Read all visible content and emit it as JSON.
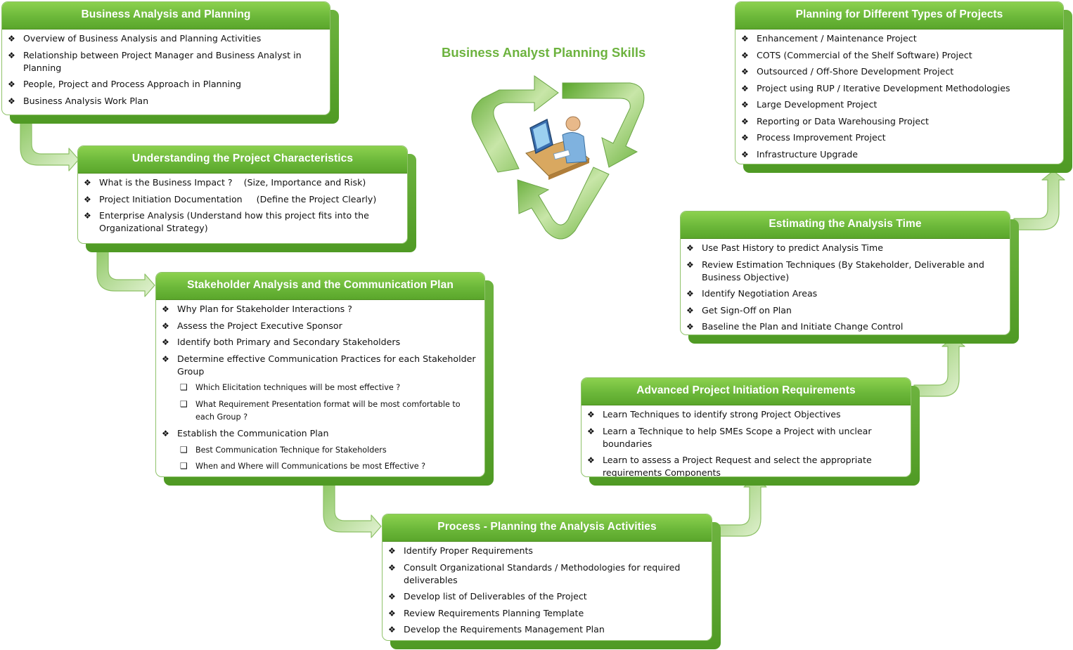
{
  "title": "Business Analyst Planning Skills",
  "icons": {
    "center": "recycle-arrows-with-person-at-computer-icon",
    "bullet": "diamond-bullet-icon",
    "sub_bullet": "checkbox-bullet-icon"
  },
  "colors": {
    "accent": "#6db33f",
    "header": "#7cc442",
    "connector": "#b7dc93"
  },
  "boxes": {
    "b1": {
      "title": "Business Analysis and Planning",
      "items": [
        "Overview of Business Analysis and Planning Activities",
        "Relationship between Project Manager and Business Analyst in Planning",
        "People, Project and Process Approach in Planning",
        "Business Analysis Work Plan"
      ]
    },
    "b2": {
      "title": "Understanding the Project Characteristics",
      "items": [
        "What is the Business Impact ?    (Size, Importance and Risk)",
        "Project Initiation Documentation     (Define the Project Clearly)",
        "Enterprise Analysis  (Understand how this project fits into the Organizational Strategy)"
      ]
    },
    "b3": {
      "title": "Stakeholder Analysis and the Communication Plan",
      "items": [
        "Why Plan for Stakeholder Interactions ?",
        "Assess the Project Executive Sponsor",
        "Identify both Primary and Secondary Stakeholders",
        "Determine effective Communication Practices for each Stakeholder Group",
        "Which Elicitation techniques will be most effective ?",
        "What Requirement Presentation format will be most comfortable to each Group ?",
        "Establish the Communication Plan",
        "Best Communication Technique for Stakeholders",
        "When and Where will Communications be most Effective ?"
      ]
    },
    "b4": {
      "title": "Process - Planning the Analysis Activities",
      "items": [
        "Identify Proper Requirements",
        "Consult Organizational Standards / Methodologies for required deliverables",
        "Develop list of Deliverables of the Project",
        "Review Requirements Planning Template",
        "Develop the Requirements Management Plan"
      ]
    },
    "b5": {
      "title": "Advanced Project Initiation Requirements",
      "items": [
        "Learn Techniques to identify strong Project Objectives",
        "Learn a Technique to help SMEs Scope a Project with unclear boundaries",
        "Learn to assess a Project Request and select the appropriate requirements Components"
      ]
    },
    "b6": {
      "title": "Estimating the Analysis Time",
      "items": [
        "Use Past History to predict Analysis Time",
        "Review Estimation Techniques (By Stakeholder, Deliverable and Business Objective)",
        "Identify Negotiation Areas",
        "Get Sign-Off on Plan",
        "Baseline the Plan and Initiate Change Control"
      ]
    },
    "b7": {
      "title": "Planning for Different Types of Projects",
      "items": [
        "Enhancement / Maintenance Project",
        "COTS (Commercial of the Shelf Software) Project",
        "Outsourced / Off-Shore Development Project",
        "Project using RUP / Iterative Development Methodologies",
        "Large Development Project",
        "Reporting or Data Warehousing Project",
        "Process Improvement Project",
        "Infrastructure Upgrade"
      ]
    }
  }
}
